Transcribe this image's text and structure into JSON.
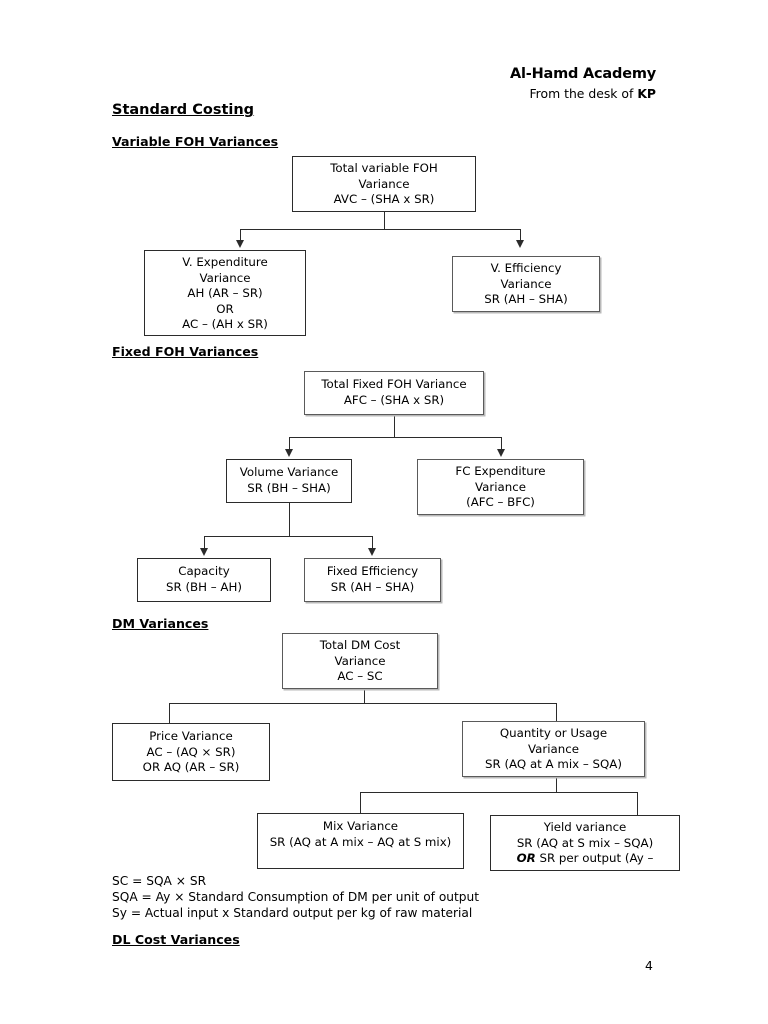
{
  "header": {
    "academy": "Al-Hamd Academy",
    "desk_prefix": "From the desk of ",
    "desk_name": "KP"
  },
  "headings": {
    "title": "Standard Costing",
    "variable_foh": "Variable FOH Variances",
    "fixed_foh": "Fixed FOH Variances",
    "dm": "DM Variances",
    "dl": "DL Cost Variances"
  },
  "diagrams": {
    "variable_foh": {
      "root": {
        "line1": "Total variable FOH",
        "line2": "Variance",
        "line3": "AVC – (SHA x SR)"
      },
      "left": {
        "line1": "V. Expenditure",
        "line2": "Variance",
        "line3": "AH (AR – SR)",
        "line4": "OR",
        "line5": "AC – (AH x SR)"
      },
      "right": {
        "line1": "V. Efficiency",
        "line2": "Variance",
        "line3": "SR (AH – SHA)"
      }
    },
    "fixed_foh": {
      "root": {
        "line1": "Total Fixed FOH Variance",
        "line2": "AFC – (SHA x SR)"
      },
      "left": {
        "line1": "Volume Variance",
        "line2": "SR (BH – SHA)"
      },
      "right": {
        "line1": "FC Expenditure",
        "line2": "Variance",
        "line3": "(AFC – BFC)"
      },
      "leaf_left": {
        "line1": "Capacity",
        "line2": "SR (BH – AH)"
      },
      "leaf_right": {
        "line1": "Fixed Efficiency",
        "line2": "SR (AH – SHA)"
      }
    },
    "dm": {
      "root": {
        "line1": "Total DM Cost",
        "line2": "Variance",
        "line3": "AC – SC"
      },
      "left": {
        "line1": "Price Variance",
        "line2": "AC – (AQ × SR)",
        "line3": "OR      AQ (AR – SR)"
      },
      "right": {
        "line1": "Quantity or Usage",
        "line2": "Variance",
        "line3": "SR (AQ at A mix – SQA)"
      },
      "leaf_left": {
        "line1": "Mix Variance",
        "line2": "SR (AQ at A mix – AQ at S mix)"
      },
      "leaf_right": {
        "line1": "Yield variance",
        "line2": "SR (AQ at S mix – SQA)",
        "line3_bold": "OR",
        "line3_rest": "   SR per output (Ay –"
      }
    }
  },
  "notes": [
    "SC = SQA × SR",
    "SQA = Ay × Standard Consumption of DM per unit of output",
    "Sy = Actual input x Standard output per kg of raw material"
  ],
  "page_number": "4"
}
